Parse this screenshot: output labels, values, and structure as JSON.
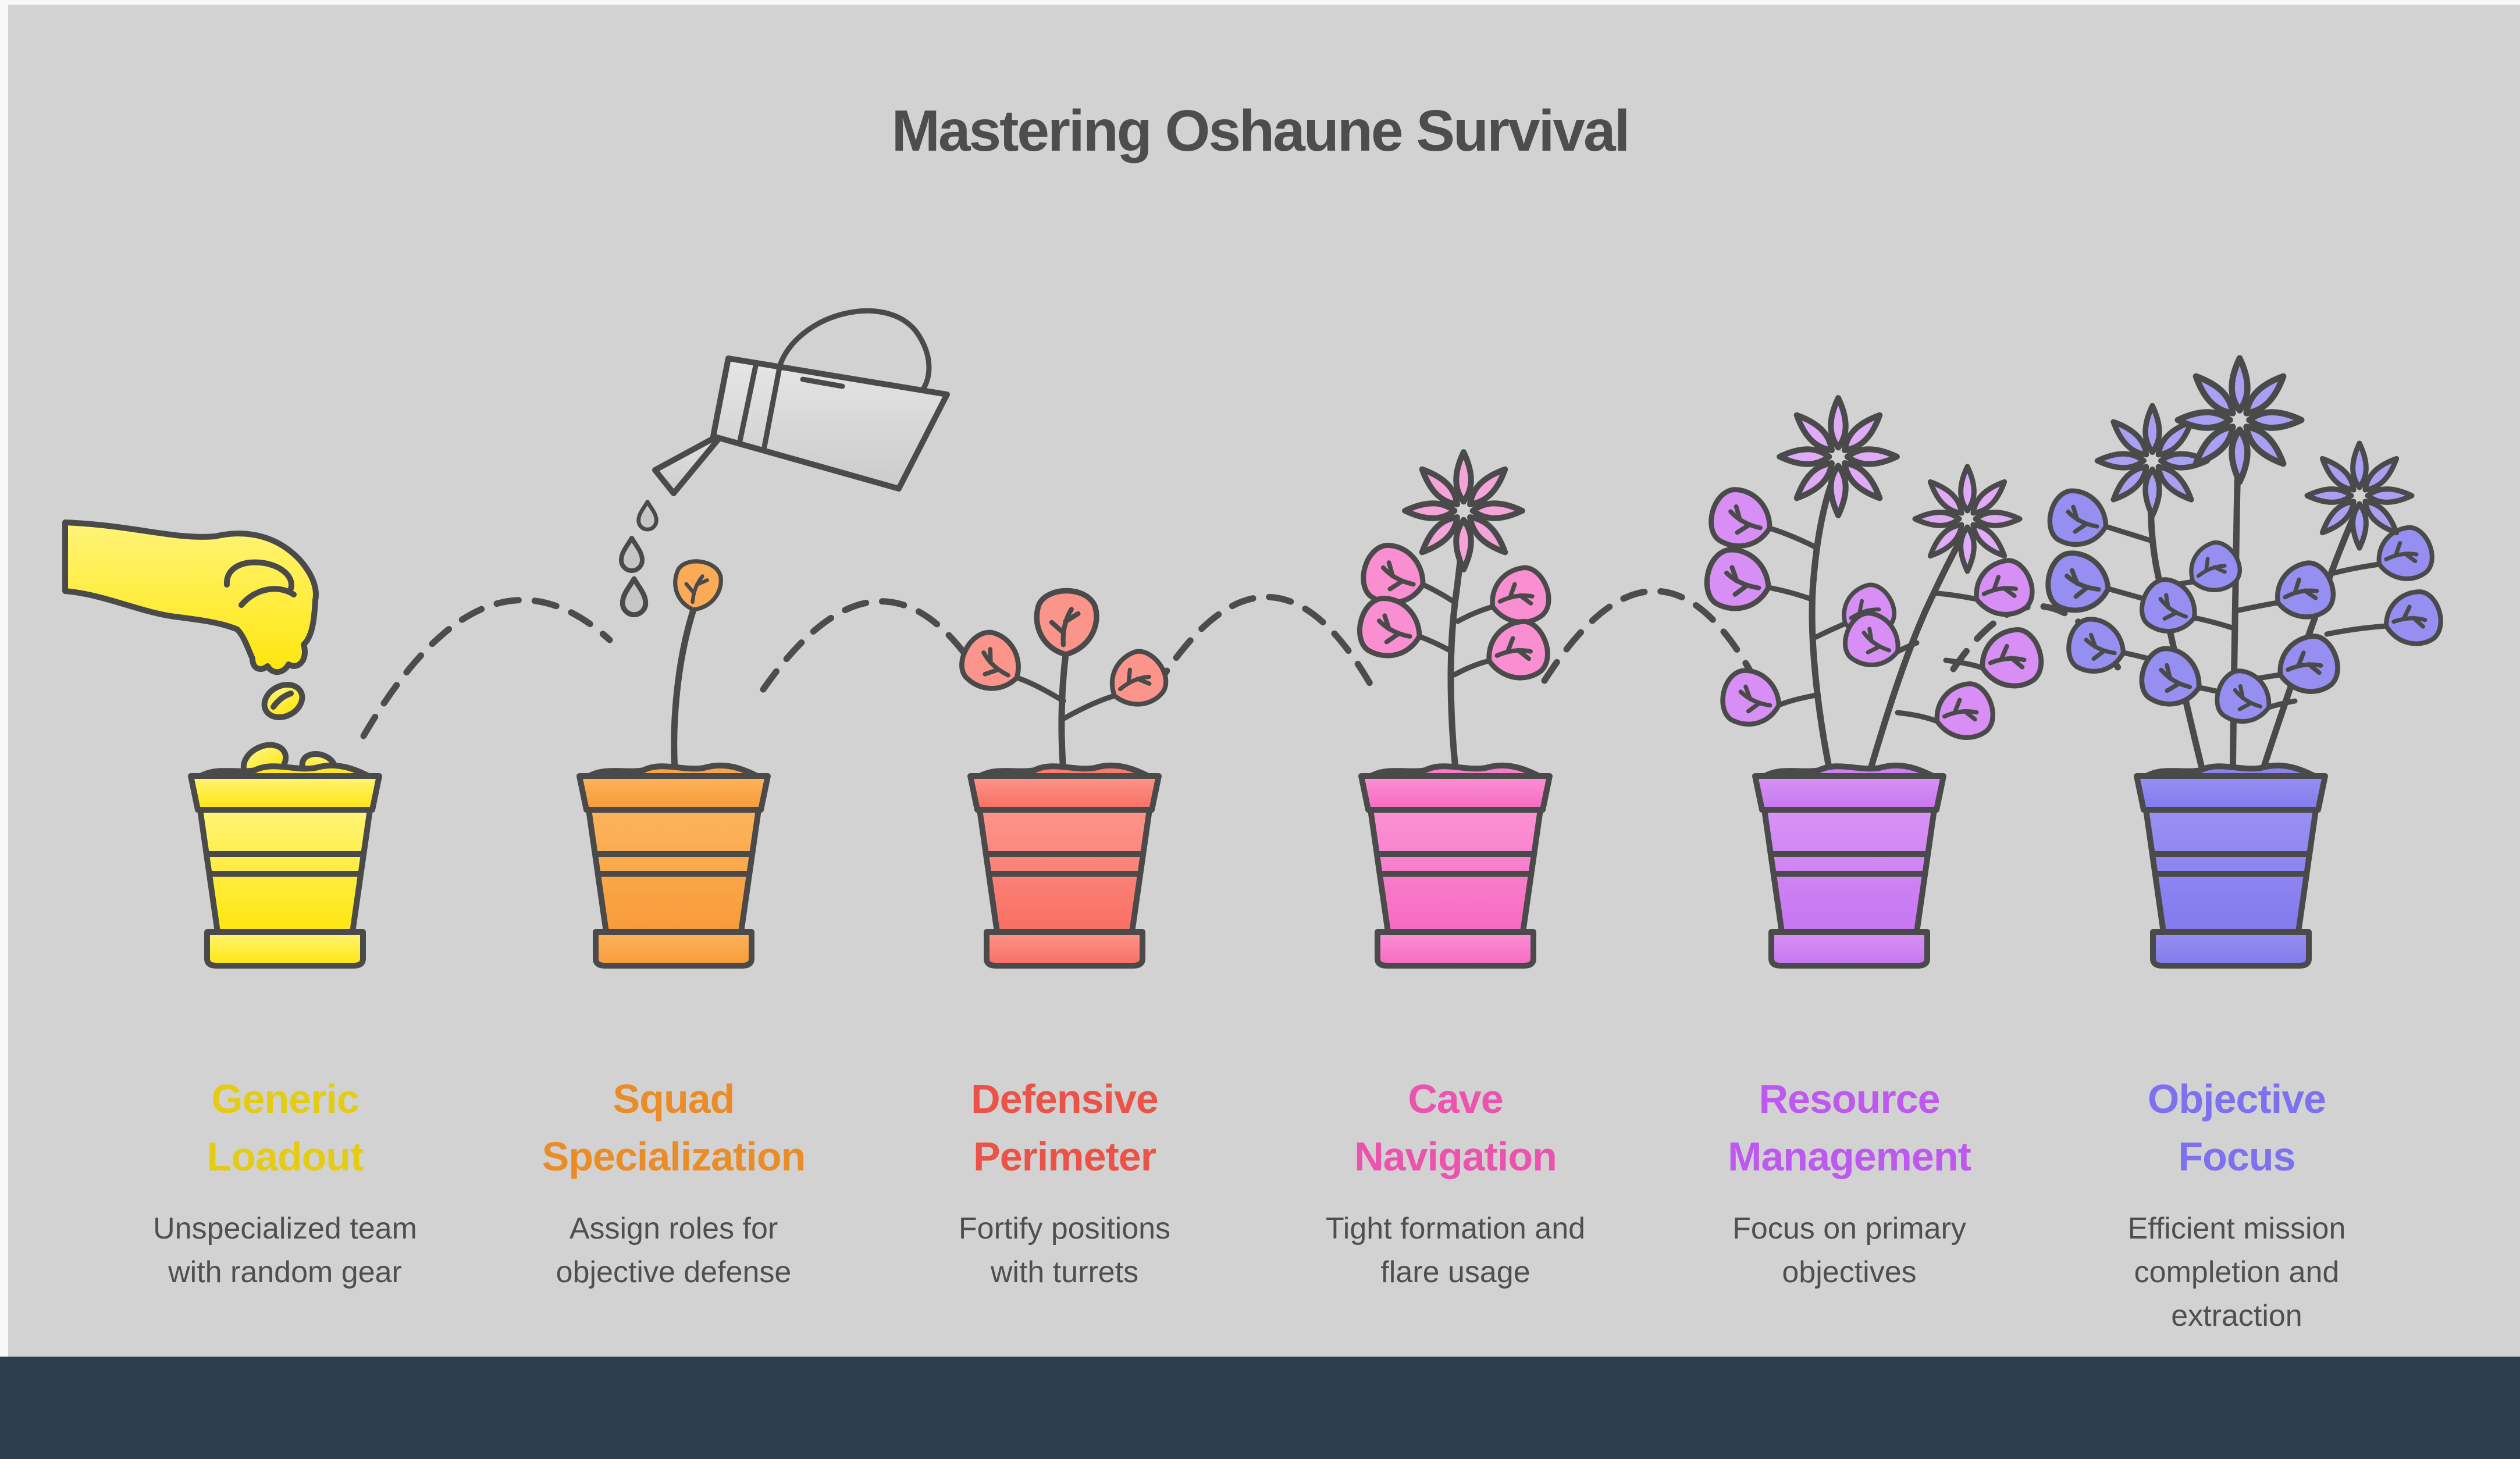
{
  "title": "Mastering Oshaune Survival",
  "colors": {
    "page_bg": "#f8f8f8",
    "panel_bg": "#d2d2d2",
    "footer_bar": "#2d3e4f",
    "outline": "#4a4a4a",
    "arc": "#4c4c4c",
    "title_text": "#4d4d4d",
    "description_text": "#4f4f4f",
    "watering_can_light": "#e6e6e6",
    "watering_can_dark": "#cbcbcb",
    "water_drop_fill": "#c6c6c6"
  },
  "stages": [
    {
      "heading": "Generic\nLoadout",
      "description": "Unspecialized team\nwith random gear",
      "heading_color": "#e4cc15",
      "pot_light": "#fff478",
      "pot_dark": "#ffe60d",
      "soil": "#ffe81f",
      "icon": "seed-hand-icon"
    },
    {
      "heading": "Squad\nSpecialization",
      "description": "Assign roles for\nobjective defense",
      "heading_color": "#ea8d28",
      "pot_light": "#fcb45e",
      "pot_dark": "#f89b39",
      "soil": "#f9a446",
      "leaf": "#fbab58",
      "icon": "watering-can-icon"
    },
    {
      "heading": "Defensive\nPerimeter",
      "description": "Fortify positions\nwith turrets",
      "heading_color": "#ec5348",
      "pot_light": "#fc958b",
      "pot_dark": "#f96f63",
      "soil": "#f97c6f",
      "leaf": "#fb958c",
      "icon": "seedling-icon"
    },
    {
      "heading": "Cave\nNavigation",
      "description": "Tight formation and\nflare usage",
      "heading_color": "#ec53ae",
      "pot_light": "#fa92d3",
      "pot_dark": "#f76ac2",
      "soil": "#f87cc9",
      "leaf": "#f98fd1",
      "petal": "#f4a4d8",
      "icon": "flowering-plant-icon"
    },
    {
      "heading": "Resource\nManagement",
      "description": "Focus on primary\nobjectives",
      "heading_color": "#bd59ee",
      "pot_light": "#d892f5",
      "pot_dark": "#c676f2",
      "soil": "#cd80f3",
      "leaf": "#d78ff5",
      "petal": "#dfabf7",
      "icon": "double-bloom-plant-icon"
    },
    {
      "heading": "Objective\nFocus",
      "description": "Efficient mission\ncompletion and\nextraction",
      "heading_color": "#7e71f0",
      "pot_light": "#9890f2",
      "pot_dark": "#837aee",
      "soil": "#8b82ee",
      "leaf": "#968ef1",
      "petal": "#a9a0f4",
      "icon": "full-bloom-plant-icon"
    }
  ]
}
